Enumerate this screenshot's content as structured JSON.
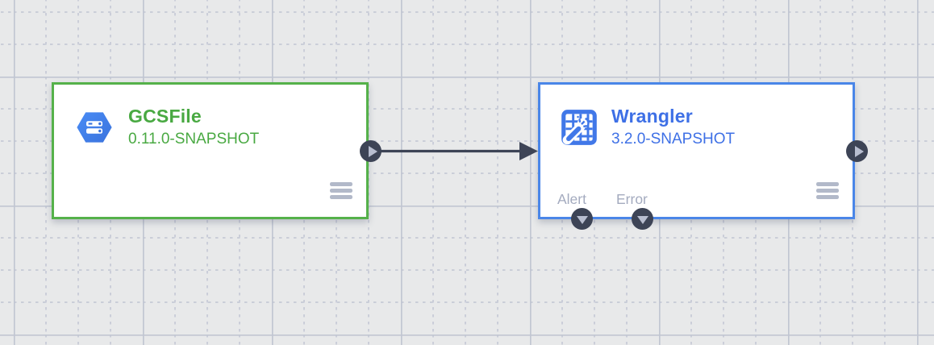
{
  "app": {
    "view": "pipeline-studio-canvas",
    "background_color": "#e8e9ea",
    "grid_minor_color": "#c6cad6",
    "grid_major_color": "#c1c6d2"
  },
  "nodes": [
    {
      "title": "GCSFile",
      "version": "0.11.0-SNAPSHOT",
      "accent_color": "#55b14a",
      "text_color": "#49a942",
      "icon": "gcs-hexagon-icon"
    },
    {
      "title": "Wrangler",
      "version": "3.2.0-SNAPSHOT",
      "accent_color": "#4a86e8",
      "text_color": "#3e70e6",
      "icon": "wrangler-table-wand-icon",
      "bottom_ports": [
        {
          "label": "Alert"
        },
        {
          "label": "Error"
        }
      ]
    }
  ],
  "connection": {
    "from": "GCSFile",
    "to": "Wrangler",
    "color": "#3d4456"
  },
  "ports": {
    "circle_color": "#3d4456",
    "glyph_color": "#b8bed0"
  }
}
